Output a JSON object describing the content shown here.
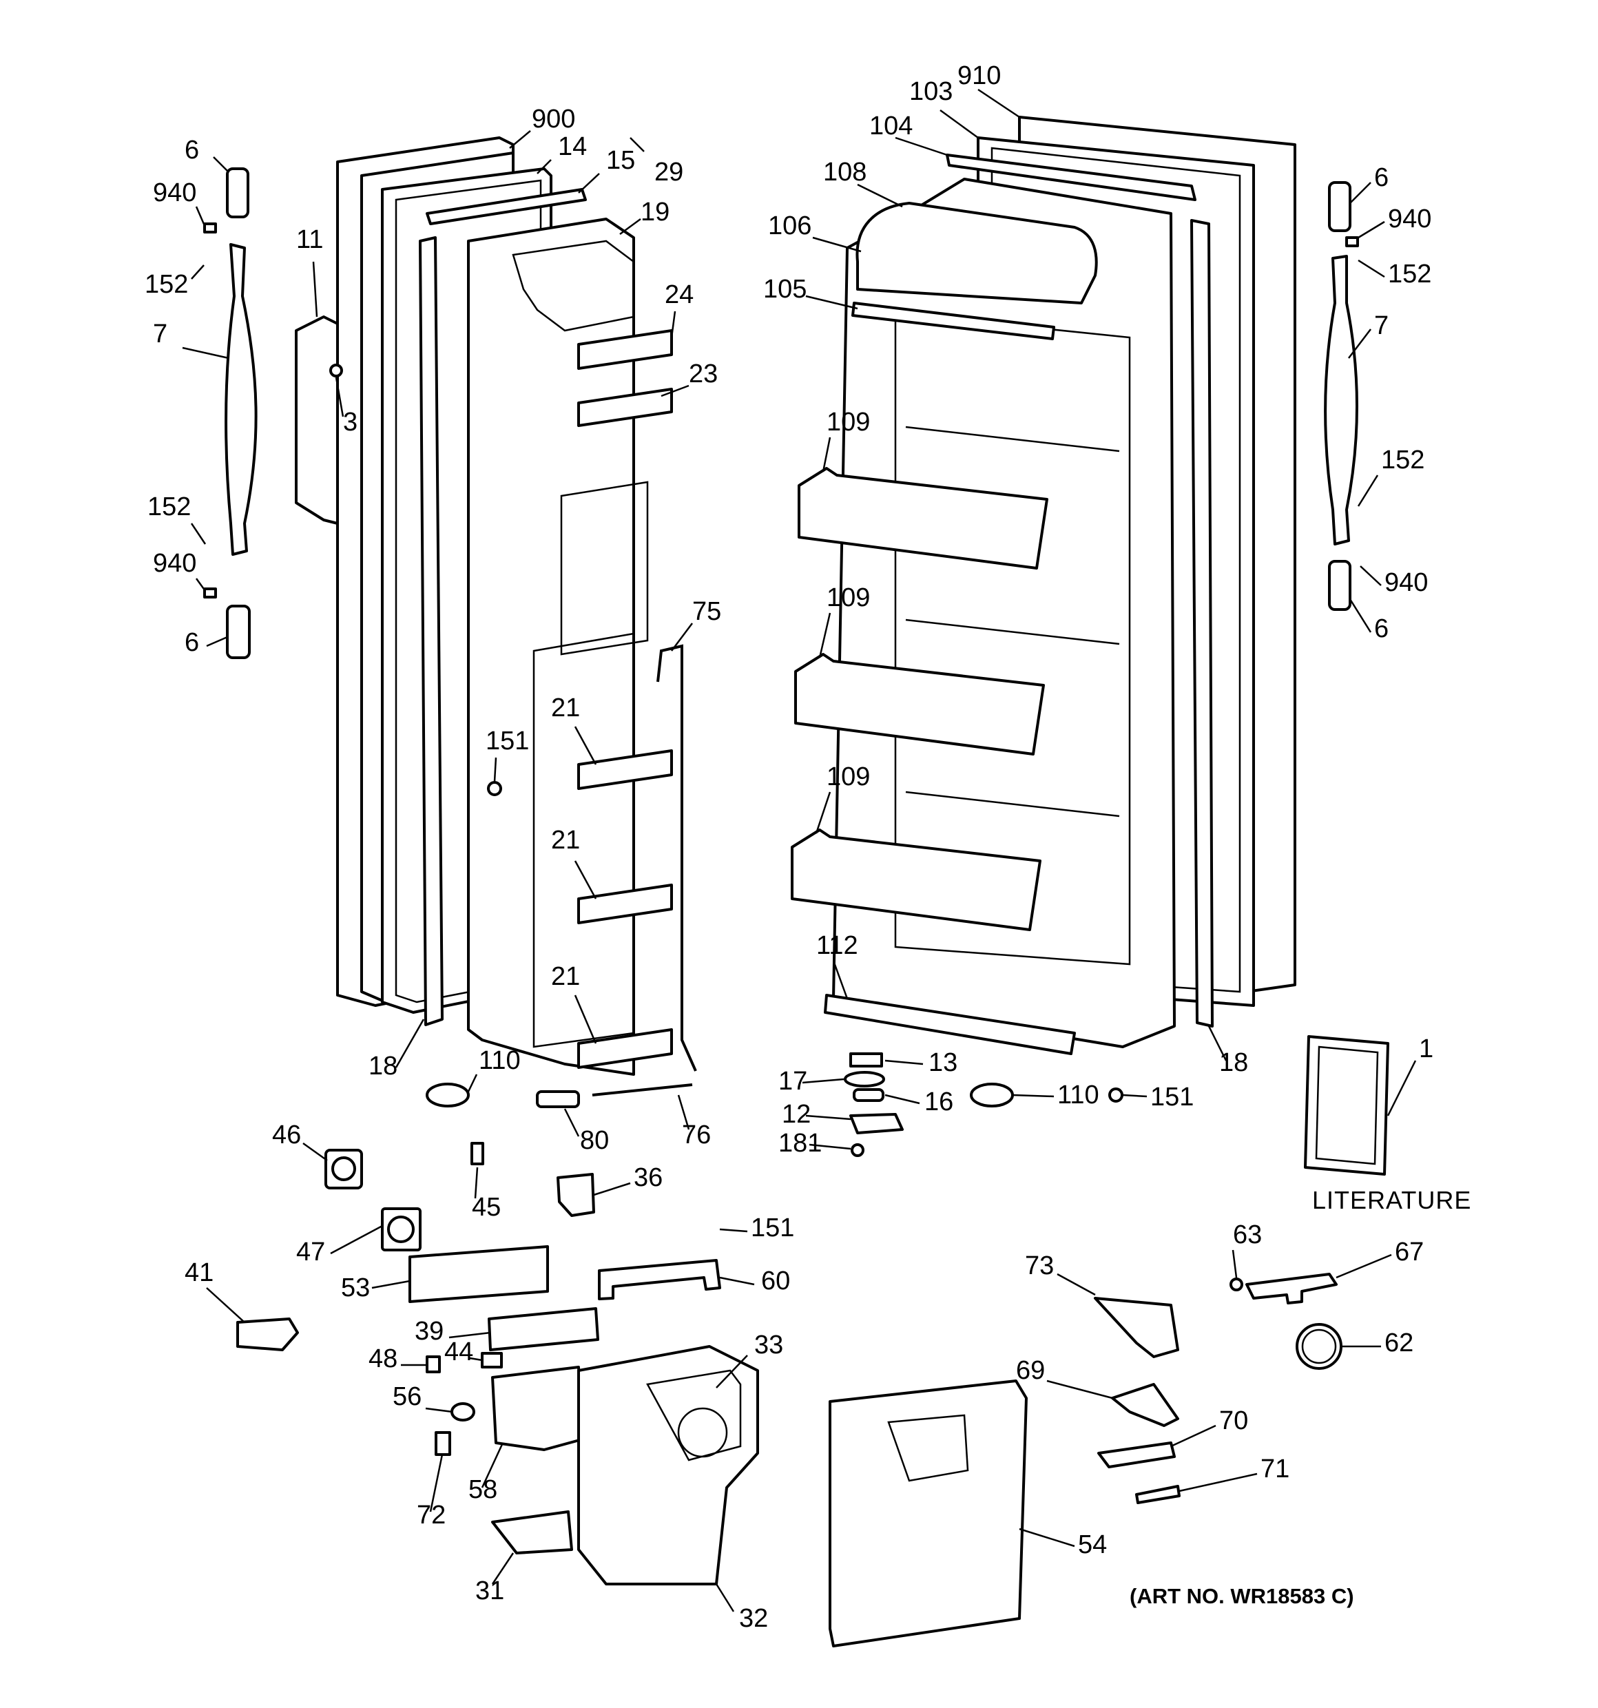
{
  "diagram": {
    "art_number": "(ART NO. WR18583 C)",
    "literature_label": "LITERATURE",
    "callouts": [
      "6",
      "940",
      "152",
      "7",
      "152",
      "940",
      "6",
      "11",
      "3",
      "900",
      "14",
      "15",
      "29",
      "19",
      "24",
      "23",
      "75",
      "21",
      "21",
      "21",
      "151",
      "18",
      "110",
      "80",
      "76",
      "103",
      "910",
      "104",
      "108",
      "106",
      "105",
      "109",
      "109",
      "109",
      "112",
      "13",
      "17",
      "16",
      "12",
      "181",
      "110",
      "151",
      "18",
      "6",
      "940",
      "152",
      "7",
      "152",
      "940",
      "6",
      "1",
      "46",
      "45",
      "36",
      "47",
      "151",
      "41",
      "53",
      "60",
      "39",
      "44",
      "48",
      "33",
      "56",
      "58",
      "72",
      "31",
      "32",
      "73",
      "63",
      "67",
      "62",
      "69",
      "70",
      "71",
      "54"
    ]
  }
}
